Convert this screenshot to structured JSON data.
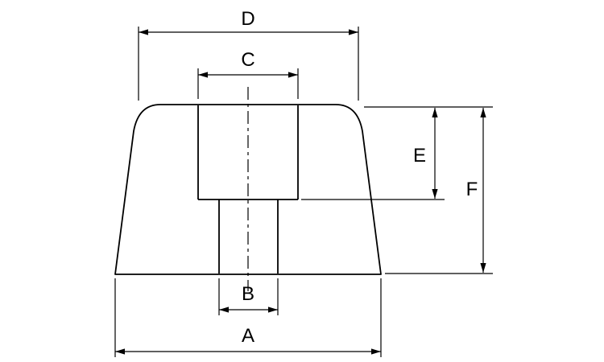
{
  "diagram": {
    "labels": {
      "base_width": "A",
      "hole_width": "B",
      "bore_width": "C",
      "top_width": "D",
      "bore_depth": "E",
      "total_height": "F"
    },
    "colors": {
      "line": "#000000",
      "background": "#ffffff"
    }
  }
}
